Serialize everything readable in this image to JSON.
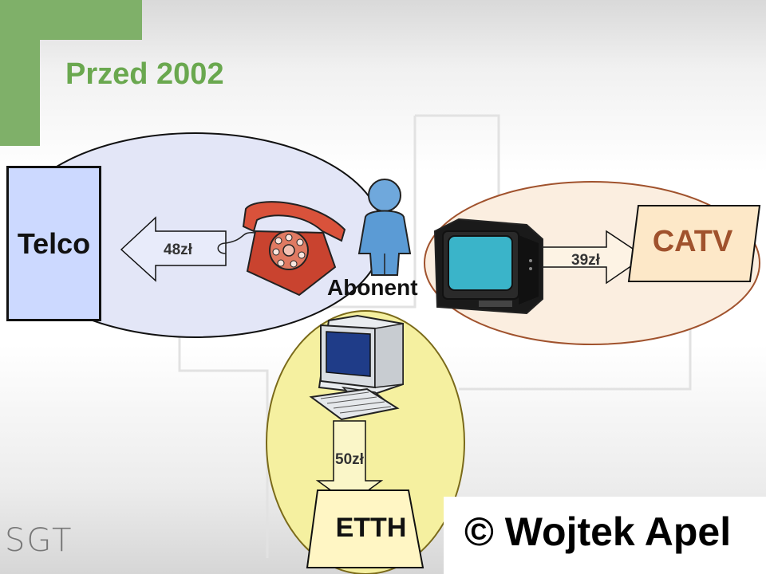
{
  "slide": {
    "title": "Przed 2002",
    "copyright": "© Wojtek Apel",
    "logo_text": "SGT"
  },
  "diagram": {
    "nodes": {
      "telco": "Telco",
      "abonent": "Abonent",
      "catv": "CATV",
      "etth": "ETTH"
    },
    "flows": [
      {
        "from": "Abonent",
        "to": "Telco",
        "label": "48zł",
        "icon": "telephone-icon"
      },
      {
        "from": "Abonent",
        "to": "CATV",
        "label": "39zł",
        "icon": "television-icon"
      },
      {
        "from": "Abonent",
        "to": "ETTH",
        "label": "50zł",
        "icon": "computer-icon"
      }
    ]
  },
  "colors": {
    "title_green": "#6aa84f",
    "accent_green": "#7fb069",
    "telco_ellipse": "#e3e6f7",
    "telco_box": "#ccd9ff",
    "catv_ellipse": "#fbeee0",
    "catv_border": "#a0522d",
    "etth_ellipse": "#f5f0a0",
    "etth_box": "#fff6c4"
  }
}
